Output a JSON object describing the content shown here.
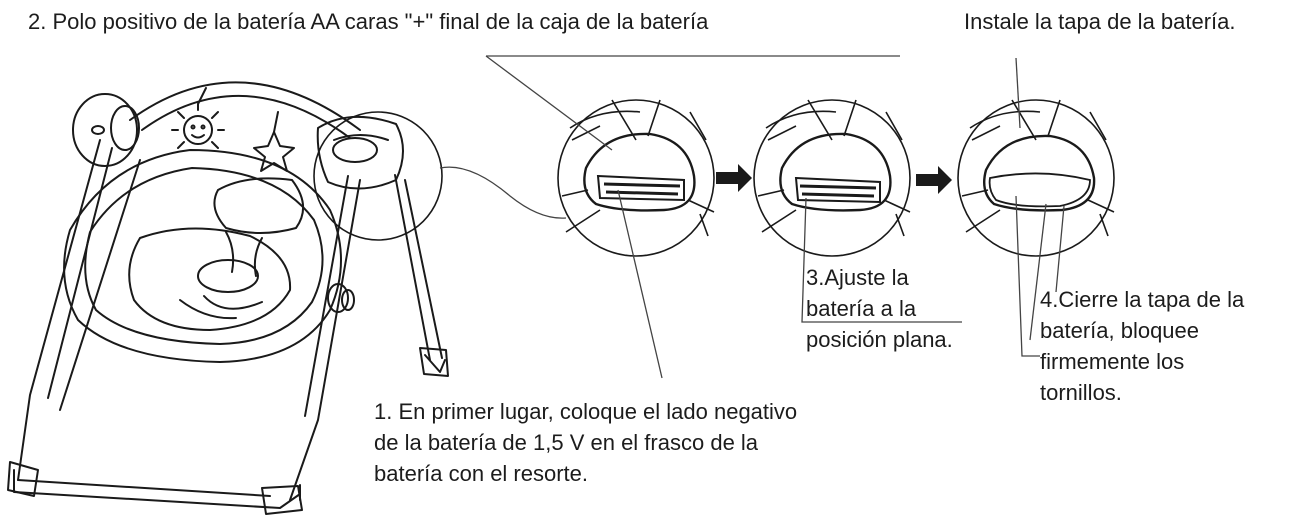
{
  "labels": {
    "step2": "2. Polo positivo de la batería AA caras \"+\" final de la caja de la batería",
    "install_cover": "Instale la tapa de la batería.",
    "step3": [
      "3.Ajuste la",
      "batería a la",
      "posición plana."
    ],
    "step4": [
      "4.Cierre la tapa de la",
      "batería, bloquee",
      "firmemente los",
      "tornillos."
    ],
    "step1": [
      "1. En primer lugar, coloque el lado negativo",
      "de la batería de 1,5 V en el frasco de la",
      "batería con el resorte."
    ]
  },
  "icons": {
    "swing": "baby-swing-illustration",
    "detail_1": "battery-box-open-detail",
    "detail_2": "battery-box-flat-detail",
    "detail_3": "battery-box-closed-detail",
    "arrow": "right-arrow"
  },
  "colors": {
    "stroke": "#1a1a1a",
    "thin_line": "#444444",
    "background": "#ffffff"
  }
}
